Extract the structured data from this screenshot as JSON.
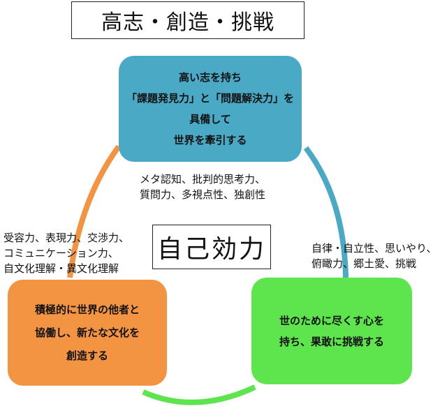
{
  "title": "高志・創造・挑戦",
  "center": "自己効力",
  "nodes": {
    "top": {
      "lines": [
        "高い志を持ち",
        "「課題発見力」と「問題解決力」を",
        "具備して",
        "世界を牽引する"
      ],
      "color": "#4aa9c5"
    },
    "left": {
      "lines": [
        "積極的に世界の他者と",
        "協働し、新たな文化を",
        "創造する"
      ],
      "color": "#f39442"
    },
    "right": {
      "lines": [
        "世のために尽くす心を",
        "持ち、果敢に挑戦する"
      ],
      "color": "#5ee44c"
    }
  },
  "skills": {
    "top": [
      "メタ認知、批判的思考力、",
      "質問力、多視点性、独創性"
    ],
    "left": [
      "受容力、表現力、交渉力、",
      "コミュニケーション力、",
      "自文化理解・異文化理解"
    ],
    "right": [
      "自律・自立性、思いやり、",
      "俯瞰力、郷土愛、挑戦"
    ]
  },
  "arc_colors": {
    "top_right": "#4aa9c5",
    "bottom": "#5ee44c",
    "left_top": "#f39442"
  }
}
